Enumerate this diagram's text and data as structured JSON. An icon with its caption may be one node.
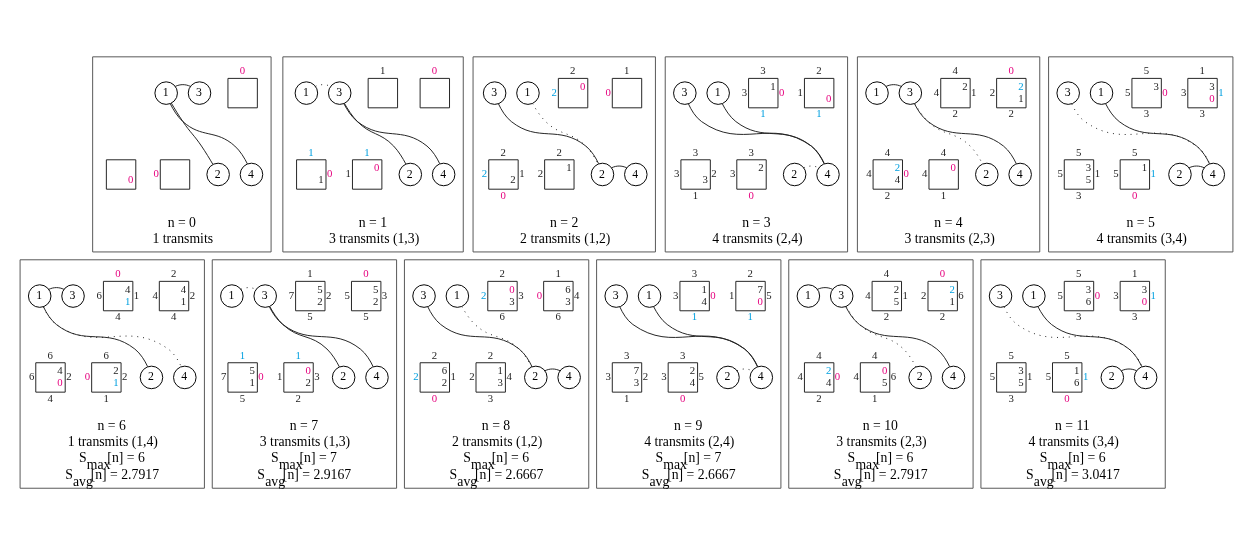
{
  "diagram": {
    "nodes": [
      {
        "text": [
          "n = 0",
          "1 transmits"
        ]
      },
      {
        "text": [
          "0"
        ],
        "in": 0
      },
      {
        "text": [
          "1"
        ],
        "in": 0
      },
      {
        "text": [
          "3"
        ],
        "in": 0
      },
      {
        "text": [
          "2"
        ],
        "in": 0
      },
      {
        "text": [
          "4"
        ],
        "in": 0
      },
      {
        "text": [
          "0"
        ],
        "in": 0
      },
      {
        "text": [
          "0"
        ],
        "in": 0
      },
      {
        "text": [
          "n = 1",
          "3 transmits (1,3)"
        ]
      },
      {
        "text": [
          "0"
        ],
        "in": 8
      },
      {
        "text": [
          "1"
        ],
        "in": 8
      },
      {
        "text": [
          "1"
        ],
        "in": 8
      },
      {
        "text": [
          "3"
        ],
        "in": 8
      },
      {
        "text": [
          "2"
        ],
        "in": 8
      },
      {
        "text": [
          "4"
        ],
        "in": 8
      },
      {
        "text": [
          "1",
          "1",
          "0"
        ],
        "in": 8
      },
      {
        "text": [
          "1",
          "0",
          "1"
        ],
        "in": 8
      },
      {
        "text": [
          "n = 2",
          "2 transmits (1,2)"
        ]
      },
      {
        "text": [
          "1",
          "0"
        ],
        "in": 17
      },
      {
        "text": [
          "2",
          "2",
          "0"
        ],
        "in": 17
      },
      {
        "text": [
          "1"
        ],
        "in": 17
      },
      {
        "text": [
          "3"
        ],
        "in": 17
      },
      {
        "text": [
          "2"
        ],
        "in": 17
      },
      {
        "text": [
          "4"
        ],
        "in": 17
      },
      {
        "text": [
          "2",
          "2",
          "1"
        ],
        "in": 17
      },
      {
        "text": [
          "2",
          "2",
          "1",
          "2",
          "0"
        ],
        "in": 17
      },
      {
        "text": [
          "n = 3",
          "4 transmits (2,4)"
        ]
      },
      {
        "text": [
          "2",
          "1",
          "0",
          "1"
        ],
        "in": 26
      },
      {
        "text": [
          "3",
          "3",
          "1",
          "0",
          "1"
        ],
        "in": 26
      },
      {
        "text": [
          "1"
        ],
        "in": 26
      },
      {
        "text": [
          "3"
        ],
        "in": 26
      },
      {
        "text": [
          "2"
        ],
        "in": 26
      },
      {
        "text": [
          "4"
        ],
        "in": 26
      },
      {
        "text": [
          "3",
          "3",
          "2",
          "0"
        ],
        "in": 26
      },
      {
        "text": [
          "3",
          "3",
          "2",
          "3",
          "1"
        ],
        "in": 26
      },
      {
        "text": [
          "n = 4",
          "3 transmits (2,3)"
        ]
      },
      {
        "text": [
          "0",
          "2",
          "2",
          "1",
          "2"
        ],
        "in": 35
      },
      {
        "text": [
          "4",
          "4",
          "2",
          "1",
          "2"
        ],
        "in": 35
      },
      {
        "text": [
          "1"
        ],
        "in": 35
      },
      {
        "text": [
          "3"
        ],
        "in": 35
      },
      {
        "text": [
          "2"
        ],
        "in": 35
      },
      {
        "text": [
          "4"
        ],
        "in": 35
      },
      {
        "text": [
          "4",
          "4",
          "0",
          "1"
        ],
        "in": 35
      },
      {
        "text": [
          "4",
          "4",
          "2",
          "0",
          "4",
          "2"
        ],
        "in": 35
      },
      {
        "text": [
          "n = 5",
          "4 transmits (3,4)"
        ]
      },
      {
        "text": [
          "1",
          "3",
          "3",
          "1",
          "0",
          "3"
        ],
        "in": 44
      },
      {
        "text": [
          "5",
          "5",
          "3",
          "0",
          "3"
        ],
        "in": 44
      },
      {
        "text": [
          "1"
        ],
        "in": 44
      },
      {
        "text": [
          "3"
        ],
        "in": 44
      },
      {
        "text": [
          "2"
        ],
        "in": 44
      },
      {
        "text": [
          "4"
        ],
        "in": 44
      },
      {
        "text": [
          "5",
          "5",
          "1",
          "1",
          "0"
        ],
        "in": 44
      },
      {
        "text": [
          "5",
          "5",
          "3",
          "1",
          "5",
          "3"
        ],
        "in": 44
      },
      {
        "text": [
          "n = 6",
          "1 transmits (1,4)",
          "S$_{max}$[n] = 6",
          "S$_{avg}$[n] = 2.7917"
        ]
      },
      {
        "text": [
          "2",
          "4",
          "4",
          "2",
          "1",
          "4"
        ],
        "in": 53
      },
      {
        "text": [
          "0",
          "6",
          "4",
          "1",
          "1",
          "4"
        ],
        "in": 53
      },
      {
        "text": [
          "1"
        ],
        "in": 53
      },
      {
        "text": [
          "3"
        ],
        "in": 53
      },
      {
        "text": [
          "2"
        ],
        "in": 53
      },
      {
        "text": [
          "4"
        ],
        "in": 53
      },
      {
        "text": [
          "6",
          "0",
          "2",
          "2",
          "1",
          "1"
        ],
        "in": 53
      },
      {
        "text": [
          "6",
          "6",
          "4",
          "2",
          "0",
          "4"
        ],
        "in": 53
      },
      {
        "text": [
          "n = 7",
          "3 transmits (1,3)",
          "S$_{max}$[n] = 7",
          "S$_{avg}$[n] = 2.9167"
        ]
      },
      {
        "text": [
          "0",
          "5",
          "5",
          "3",
          "2",
          "5"
        ],
        "in": 62
      },
      {
        "text": [
          "1",
          "7",
          "5",
          "2",
          "2",
          "5"
        ],
        "in": 62
      },
      {
        "text": [
          "1"
        ],
        "in": 62
      },
      {
        "text": [
          "3"
        ],
        "in": 62
      },
      {
        "text": [
          "2"
        ],
        "in": 62
      },
      {
        "text": [
          "4"
        ],
        "in": 62
      },
      {
        "text": [
          "1",
          "1",
          "0",
          "3",
          "2",
          "2"
        ],
        "in": 62
      },
      {
        "text": [
          "1",
          "7",
          "5",
          "0",
          "1",
          "5"
        ],
        "in": 62
      },
      {
        "text": [
          "n = 8",
          "2 transmits (1,2)",
          "S$_{max}$[n] = 6",
          "S$_{avg}$[n] = 2.6667"
        ]
      },
      {
        "text": [
          "1",
          "0",
          "6",
          "4",
          "3",
          "6"
        ],
        "in": 71
      },
      {
        "text": [
          "2",
          "2",
          "0",
          "3",
          "3",
          "6"
        ],
        "in": 71
      },
      {
        "text": [
          "1"
        ],
        "in": 71
      },
      {
        "text": [
          "3"
        ],
        "in": 71
      },
      {
        "text": [
          "2"
        ],
        "in": 71
      },
      {
        "text": [
          "4"
        ],
        "in": 71
      },
      {
        "text": [
          "2",
          "2",
          "1",
          "4",
          "3",
          "3"
        ],
        "in": 71
      },
      {
        "text": [
          "2",
          "2",
          "6",
          "1",
          "2",
          "0"
        ],
        "in": 71
      },
      {
        "text": [
          "n = 9",
          "4 transmits (2,4)",
          "S$_{max}$[n] = 7",
          "S$_{avg}$[n] = 2.6667"
        ]
      },
      {
        "text": [
          "2",
          "1",
          "7",
          "5",
          "0",
          "1"
        ],
        "in": 80
      },
      {
        "text": [
          "3",
          "3",
          "1",
          "0",
          "4",
          "1"
        ],
        "in": 80
      },
      {
        "text": [
          "1"
        ],
        "in": 80
      },
      {
        "text": [
          "3"
        ],
        "in": 80
      },
      {
        "text": [
          "2"
        ],
        "in": 80
      },
      {
        "text": [
          "4"
        ],
        "in": 80
      },
      {
        "text": [
          "3",
          "3",
          "2",
          "5",
          "4",
          "0"
        ],
        "in": 80
      },
      {
        "text": [
          "3",
          "3",
          "7",
          "2",
          "3",
          "1"
        ],
        "in": 80
      },
      {
        "text": [
          "n = 10",
          "3 transmits (2,3)",
          "S$_{max}$[n] = 6",
          "S$_{avg}$[n] = 2.7917"
        ]
      },
      {
        "text": [
          "0",
          "2",
          "2",
          "6",
          "1",
          "2"
        ],
        "in": 89
      },
      {
        "text": [
          "4",
          "4",
          "2",
          "1",
          "5",
          "2"
        ],
        "in": 89
      },
      {
        "text": [
          "1"
        ],
        "in": 89
      },
      {
        "text": [
          "3"
        ],
        "in": 89
      },
      {
        "text": [
          "2"
        ],
        "in": 89
      },
      {
        "text": [
          "4"
        ],
        "in": 89
      },
      {
        "text": [
          "4",
          "4",
          "0",
          "6",
          "5",
          "1"
        ],
        "in": 89
      },
      {
        "text": [
          "4",
          "4",
          "2",
          "0",
          "4",
          "2"
        ],
        "in": 89
      },
      {
        "text": [
          "n = 11",
          "4 transmits (3,4)",
          "S$_{max}$[n] = 6",
          "S$_{avg}$[n] = 3.0417"
        ]
      },
      {
        "text": [
          "1",
          "3",
          "3",
          "1",
          "0",
          "3"
        ],
        "in": 98
      },
      {
        "text": [
          "5",
          "5",
          "3",
          "0",
          "6",
          "3"
        ],
        "in": 98
      },
      {
        "text": [
          "1"
        ],
        "in": 98
      },
      {
        "text": [
          "3"
        ],
        "in": 98
      },
      {
        "text": [
          "2"
        ],
        "in": 98
      },
      {
        "text": [
          "4"
        ],
        "in": 98
      },
      {
        "text": [
          "5",
          "5",
          "1",
          "1",
          "6",
          "0"
        ],
        "in": 98
      },
      {
        "text": [
          "5",
          "5",
          "3",
          "1",
          "5",
          "3"
        ],
        "in": 98
      }
    ],
    "edges": [
      {
        "from": 2,
        "to": 3,
        "arrow": "none"
      },
      {
        "from": 2,
        "to": 4,
        "arrow": "none"
      },
      {
        "from": 2,
        "to": 5,
        "arrow": "none"
      },
      {
        "from": 11,
        "to": 12,
        "arrow": "none",
        "style": "dashed"
      },
      {
        "from": 12,
        "to": 13,
        "arrow": "none"
      },
      {
        "from": 12,
        "to": 14,
        "arrow": "none"
      },
      {
        "from": 20,
        "to": 22,
        "arrow": "none",
        "style": "dashed"
      },
      {
        "from": 21,
        "to": 22,
        "arrow": "none"
      },
      {
        "from": 22,
        "to": 23,
        "arrow": "none"
      },
      {
        "from": 29,
        "to": 32,
        "arrow": "none"
      },
      {
        "from": 30,
        "to": 32,
        "arrow": "none"
      },
      {
        "from": 31,
        "to": 32,
        "arrow": "none",
        "style": "dashed"
      },
      {
        "from": 38,
        "to": 39,
        "arrow": "none"
      },
      {
        "from": 39,
        "to": 40,
        "arrow": "none",
        "style": "dashed"
      },
      {
        "from": 39,
        "to": 41,
        "arrow": "none"
      },
      {
        "from": 47,
        "to": 50,
        "arrow": "none"
      },
      {
        "from": 49,
        "to": 50,
        "arrow": "none"
      },
      {
        "from": 48,
        "to": 50,
        "arrow": "none",
        "style": "dashed"
      },
      {
        "from": 56,
        "to": 57,
        "arrow": "none"
      },
      {
        "from": 56,
        "to": 58,
        "arrow": "none"
      },
      {
        "from": 56,
        "to": 59,
        "arrow": "none",
        "style": "dashed"
      },
      {
        "from": 65,
        "to": 66,
        "arrow": "none",
        "style": "dashed"
      },
      {
        "from": 66,
        "to": 67,
        "arrow": "none"
      },
      {
        "from": 66,
        "to": 68,
        "arrow": "none"
      },
      {
        "from": 74,
        "to": 76,
        "arrow": "none",
        "style": "dashed"
      },
      {
        "from": 75,
        "to": 76,
        "arrow": "none"
      },
      {
        "from": 76,
        "to": 77,
        "arrow": "none"
      },
      {
        "from": 83,
        "to": 86,
        "arrow": "none"
      },
      {
        "from": 84,
        "to": 86,
        "arrow": "none"
      },
      {
        "from": 85,
        "to": 86,
        "arrow": "none",
        "style": "dashed"
      },
      {
        "from": 92,
        "to": 93,
        "arrow": "none"
      },
      {
        "from": 93,
        "to": 94,
        "arrow": "none",
        "style": "dashed"
      },
      {
        "from": 93,
        "to": 95,
        "arrow": "none"
      },
      {
        "from": 101,
        "to": 104,
        "arrow": "none"
      },
      {
        "from": 103,
        "to": 104,
        "arrow": "none"
      },
      {
        "from": 102,
        "to": 104,
        "arrow": "none",
        "style": "dashed"
      }
    ]
  }
}
